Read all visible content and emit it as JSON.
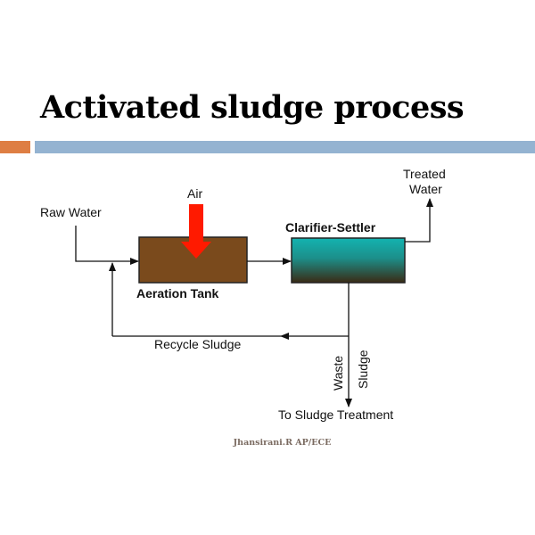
{
  "slide": {
    "title": "Activated sludge process",
    "footer": "Jhansirani.R AP/ECE",
    "accent_colors": {
      "orange": "#de7e43",
      "blue": "#94b3d1"
    }
  },
  "diagram": {
    "labels": {
      "raw_water": "Raw Water",
      "air": "Air",
      "aeration_tank": "Aeration Tank",
      "clarifier": "Clarifier-Settler",
      "treated_water_line1": "Treated",
      "treated_water_line2": "Water",
      "recycle_sludge": "Recycle Sludge",
      "waste": "Waste",
      "sludge": "Sludge",
      "to_sludge_treatment": "To Sludge Treatment"
    },
    "colors": {
      "aeration_tank": "#7a4a1c",
      "air_arrow": "#ff0000",
      "clarifier_top": "#13b3b0",
      "clarifier_bottom": "#3a2a14"
    }
  }
}
